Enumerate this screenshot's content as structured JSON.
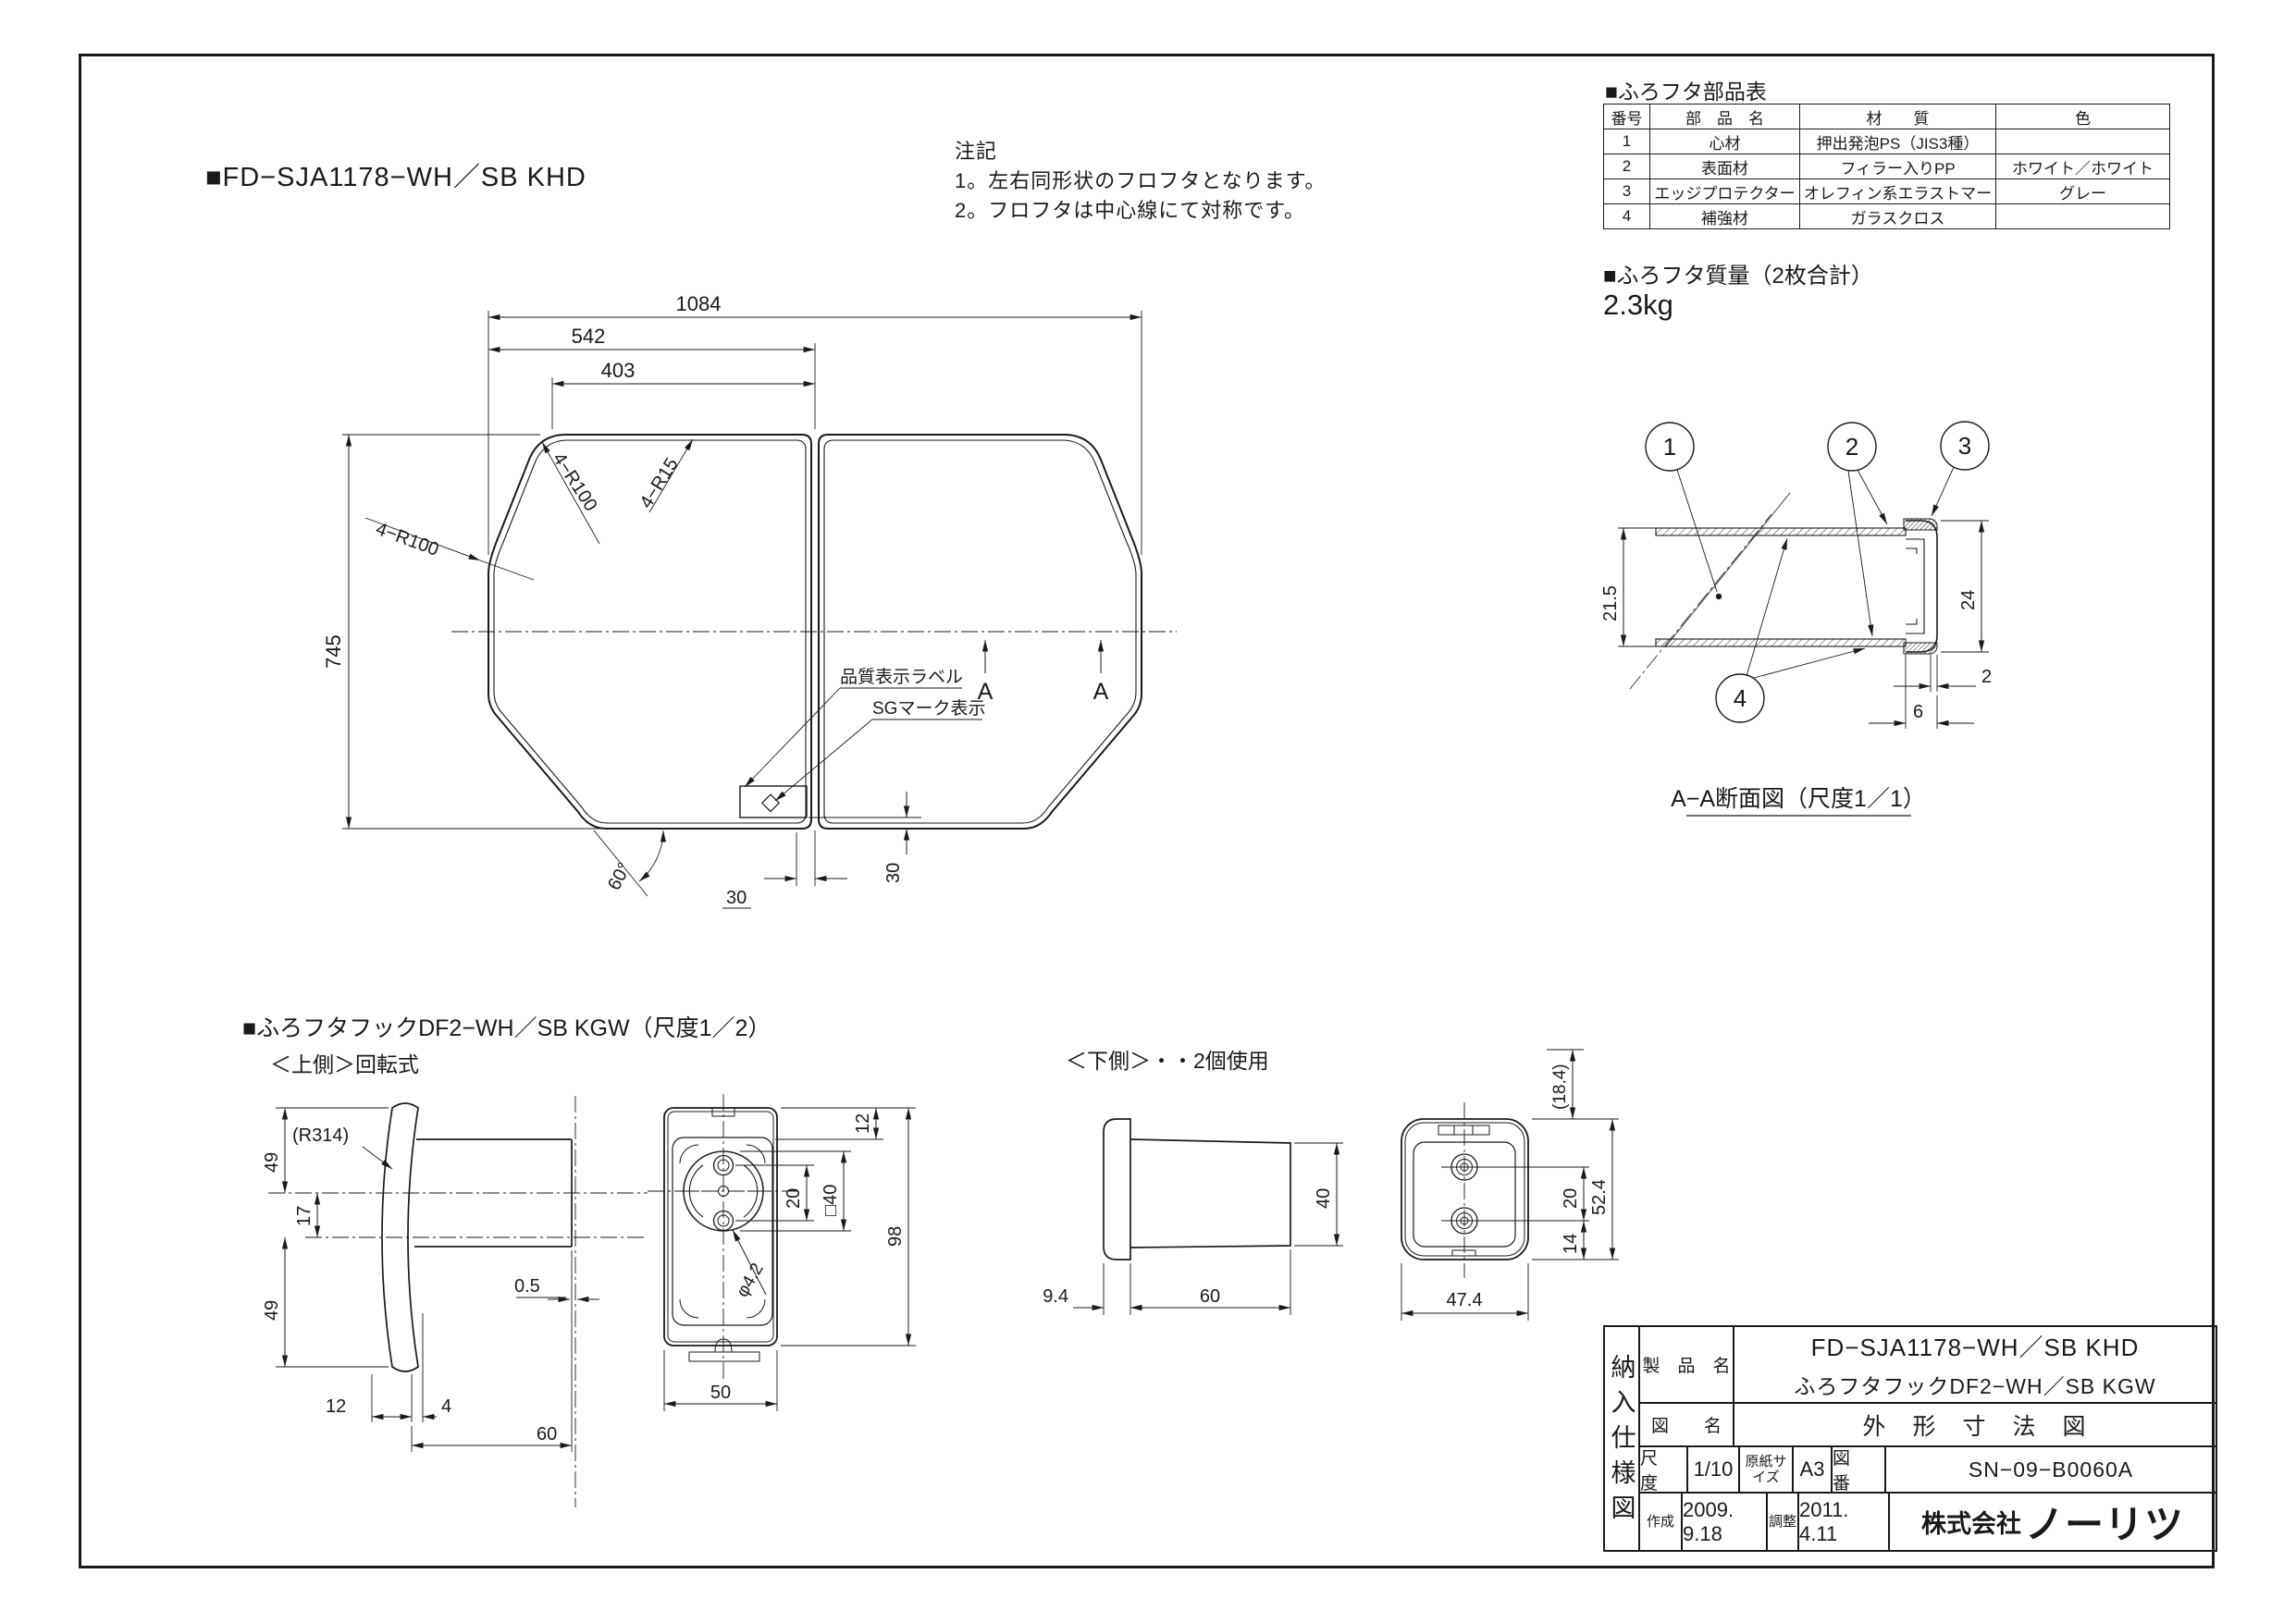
{
  "product_title": "■FD−SJA1178−WH／SB KHD",
  "notes": {
    "heading": "注記",
    "line1": "1。左右同形状のフロフタとなります。",
    "line2": "2。フロフタは中心線にて対称です。"
  },
  "parts_table": {
    "title": "■ふろフタ部品表",
    "headers": {
      "no": "番号",
      "name": "部　品　名",
      "material": "材　　質",
      "color": "色"
    },
    "rows": [
      {
        "no": "1",
        "name": "心材",
        "material": "押出発泡PS（JIS3種）",
        "color": ""
      },
      {
        "no": "2",
        "name": "表面材",
        "material": "フィラー入りPP",
        "color": "ホワイト／ホワイト"
      },
      {
        "no": "3",
        "name": "エッジプロテクター",
        "material": "オレフィン系エラストマー",
        "color": "グレー"
      },
      {
        "no": "4",
        "name": "補強材",
        "material": "ガラスクロス",
        "color": ""
      }
    ]
  },
  "weight": {
    "title": "■ふろフタ質量（2枚合計）",
    "value": "2.3kg"
  },
  "lid": {
    "dim_w": "1084",
    "dim_half": "542",
    "dim_top": "403",
    "dim_h": "745",
    "r100_top": "4−R100",
    "r100_left": "4−R100",
    "r15": "4−R15",
    "angle": "60°",
    "gap": "30",
    "label_off": "30",
    "sec": "A",
    "label_note": "品質表示ラベル",
    "sg_note": "SGマーク表示"
  },
  "section": {
    "caption": "A−A断面図（尺度1／1）",
    "b1": "1",
    "b2": "2",
    "b3": "3",
    "b4": "4",
    "core": "21.5",
    "height": "24",
    "wall": "2",
    "width": "6"
  },
  "hook_top": {
    "title": "■ふろフタフックDF2−WH／SB KGW（尺度1／2）",
    "subtitle": "＜上側＞回転式",
    "r314": "(R314)",
    "d49a": "49",
    "d17": "17",
    "d49b": "49",
    "d05": "0.5",
    "d12s": "12",
    "d4": "4",
    "d60": "60",
    "d12f": "12",
    "d20": "20",
    "d40": "□40",
    "d98": "98",
    "phi": "φ4.2",
    "d50": "50"
  },
  "hook_bottom": {
    "subtitle": "＜下側＞・・2個使用",
    "d94": "9.4",
    "d60": "60",
    "d40": "40",
    "d184": "(18.4)",
    "d524": "52.4",
    "d20": "20",
    "d14": "14",
    "d474": "47.4"
  },
  "title_block": {
    "doc_type": "納入仕様図",
    "product_label": "製　品　名",
    "product_name_1": "FD−SJA1178−WH／SB KHD",
    "product_name_2": "ふろフタフックDF2−WH／SB KGW",
    "drawing_label": "図　　名",
    "drawing_name": "外　形　寸　法　図",
    "scale_label": "尺　度",
    "scale_value": "1/10",
    "paper_label": "原紙サイズ",
    "paper_value": "A3",
    "dwg_label": "図　番",
    "dwg_value": "SN−09−B0060A",
    "created_label": "作成",
    "created_date": "2009. 9.18",
    "adjusted_label": "調整",
    "adjusted_date": "2011. 4.11",
    "company_prefix": "株式会社",
    "company_name": "ノーリツ"
  }
}
